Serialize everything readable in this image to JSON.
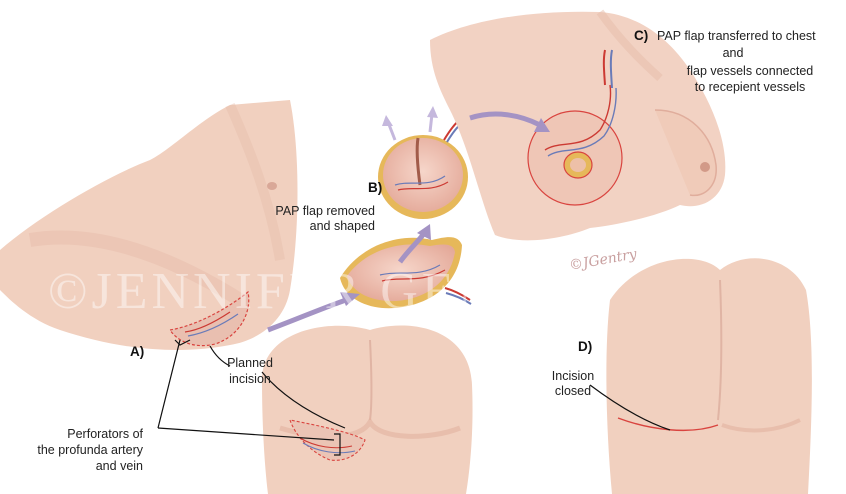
{
  "labels": {
    "a": "A)",
    "b": "B)",
    "c": "C)",
    "d": "D)",
    "b_text": [
      "PAP flap removed",
      "and shaped"
    ],
    "c_text": [
      "PAP flap transferred to chest",
      "and",
      "flap vessels connected",
      "to recepient vessels"
    ],
    "d_text": [
      "Incision",
      "closed"
    ],
    "planned": [
      "Planned",
      "incision"
    ],
    "perforators": [
      "Perforators of",
      "the profunda artery",
      "and vein"
    ]
  },
  "watermark": "©JENNIFER GENTRY",
  "signature": "©JGentry",
  "colors": {
    "skin": "#f3d3c4",
    "skin_shadow": "#e2b2a0",
    "incision": "#d9443f",
    "artery": "#cc3a33",
    "vein": "#6a7bb8",
    "arrow": "#a493c4",
    "fat": "#e6b85a"
  }
}
